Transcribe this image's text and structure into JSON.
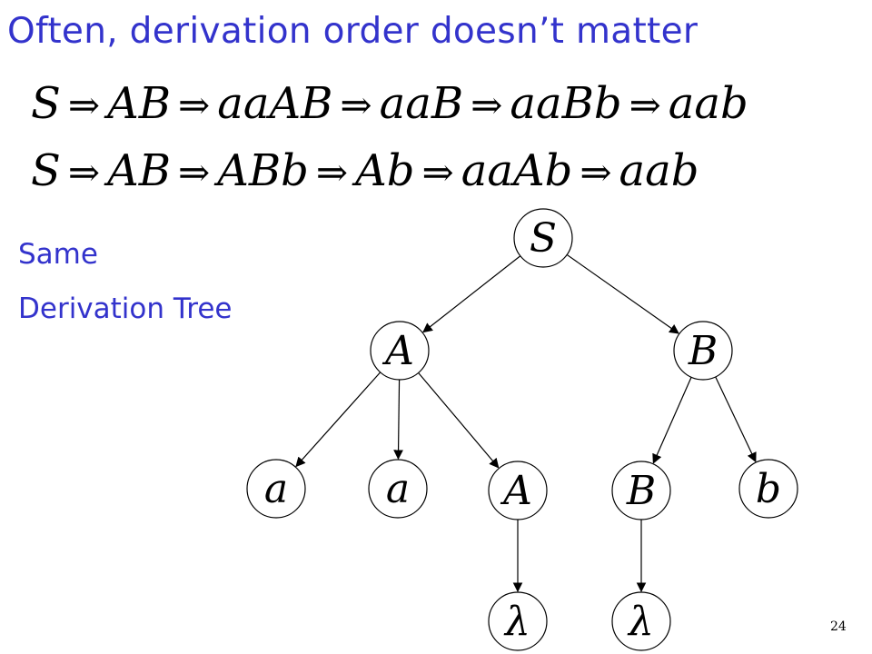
{
  "slide": {
    "title": "Often, derivation order doesn’t matter",
    "derivations": [
      [
        "S",
        "AB",
        "aaAB",
        "aaB",
        "aaBb",
        "aab"
      ],
      [
        "S",
        "AB",
        "ABb",
        "Ab",
        "aaAb",
        "aab"
      ]
    ],
    "arrow_symbol": "⇒",
    "caption_line1": "Same",
    "caption_line2": "Derivation Tree",
    "page_number": "24"
  },
  "tree": {
    "nodes": [
      {
        "label": "S"
      },
      {
        "label": "A"
      },
      {
        "label": "B"
      },
      {
        "label": "a"
      },
      {
        "label": "a"
      },
      {
        "label": "A"
      },
      {
        "label": "B"
      },
      {
        "label": "b"
      },
      {
        "label": "λ"
      },
      {
        "label": "λ"
      }
    ]
  },
  "colors": {
    "text_accent": "#3333cc",
    "ink": "#000000"
  }
}
